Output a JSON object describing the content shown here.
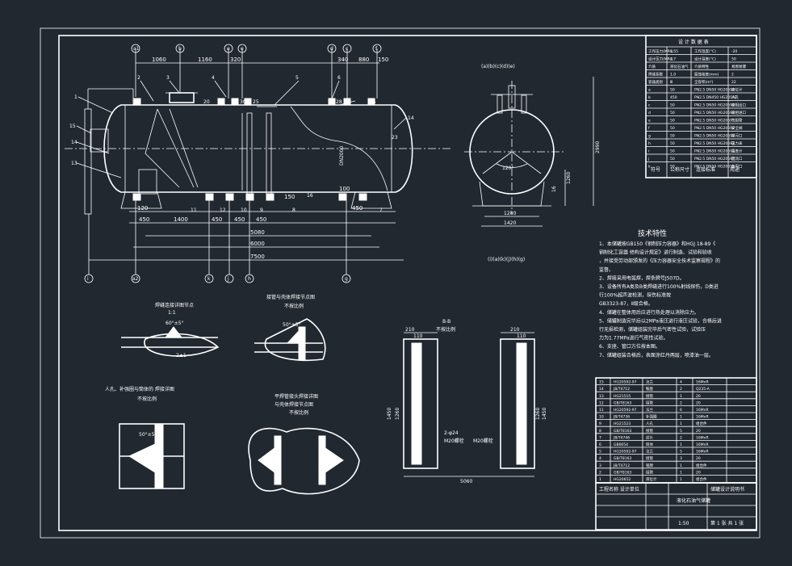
{
  "front_view": {
    "top_dims": [
      "1060",
      "1160",
      "320",
      "340",
      "880",
      "150"
    ],
    "top_nozzles": [
      "a1",
      "b",
      "e",
      "e",
      "d",
      "c",
      "f"
    ],
    "bottom_dims_row1": [
      "120",
      "450",
      "1400",
      "450",
      "450",
      "450"
    ],
    "bottom_dims_row2": [
      "5080",
      "6000",
      "7500"
    ],
    "side_dims": [
      "150",
      "100",
      "450"
    ],
    "bottom_nozzles": [
      "i",
      "a2",
      "k",
      "j",
      "h",
      "g"
    ],
    "part_numbers": [
      "1",
      "2",
      "3",
      "4",
      "5",
      "6",
      "13",
      "14",
      "15",
      "11",
      "12",
      "10",
      "9",
      "8",
      "7",
      "14"
    ],
    "diameter_label": "DN2000",
    "thickness": "16",
    "small_dims": [
      "20",
      "30",
      "25",
      "28",
      "25",
      "23"
    ]
  },
  "side_view": {
    "nozzle_label": "(a)(b)(c)(d)(e)",
    "bottom_label": "(i)(a)(k)(j)(h)(g)",
    "angle": "120°",
    "dims": [
      "1280",
      "1420",
      "1260",
      "2990",
      "16"
    ]
  },
  "tech": {
    "title": "技术特性",
    "items": [
      "1、本储罐按GB150《钢制压力容器》和HGJ 18-89《",
      "钢制化工容器    结构设计规定》进行制造、试验和验收",
      "，并接受劳动部颁发的《压力容器安全技术监察规程》的",
      "监督。",
      "2、焊接采用电弧焊，焊条牌号J507D。",
      "3、设备所有A类及B类焊缝进行100%射线探伤，D类进",
      "行100%超声波检测，探伤标准按",
      "GB3323-87，Ⅱ级合格。",
      "4、储罐在整体用后应进行热处理以消除应力。",
      "5、储罐制造完毕后以2MPa液压进行液压试验，合格后进",
      "行无损检测，储罐组装完毕后气密性试验，试验压",
      "力为1.77MPa进行气密性试验。",
      "6、支座、管口方位按本图。",
      "7、储罐组装合格后，表面涂红丹两层，喷漆油一层。"
    ]
  },
  "details": {
    "d1_title": "焊缝连接详图节点",
    "d1_sub": "1:1",
    "d1_angle": "60°±5°",
    "d1_gap": "2±1",
    "d2_title": "接管与壳体焊接节点图",
    "d2_sub": "不按比例",
    "d2_angle": "50°±5°",
    "d3_title": "人孔、补强圈与筒体的  焊接详图",
    "d3_sub": "不按比例",
    "d3_angle": "50°±5°",
    "d4_title": "平焊管接头焊接详图",
    "d4_sub2": "与壳体焊接节点图",
    "d4_sub": "不按比例",
    "section_title": "B-B",
    "section_sub": "不按比例",
    "section_dims": [
      "210",
      "110",
      "210",
      "110",
      "1450",
      "1260",
      "1450",
      "1260",
      "5060"
    ],
    "bolt_label1": "2-φ24",
    "bolt_label2": "M20螺栓",
    "bolt_label3": "M20螺栓"
  },
  "design_table": {
    "header": "设 计 数 据 表",
    "rows": [
      [
        "工作压力(MPa)",
        "1.55",
        "工作温度(°C)",
        "-20"
      ],
      [
        "设计压力(MPa)",
        "1.7",
        "设计温度(°C)",
        "50"
      ],
      [
        "介质",
        "液化石油气",
        "介质特性",
        "易燃易爆"
      ],
      [
        "焊缝系数",
        "1.0",
        "腐蚀裕度(mm)",
        "2"
      ],
      [
        "容器类别",
        "Ⅲ",
        "全容积(m³)",
        "22"
      ]
    ],
    "nozzle_rows": [
      [
        "a",
        "50",
        "PN2.5 DN50 HG20592",
        "液位计"
      ],
      [
        "b",
        "450",
        "PN2.5 DN450 HG20592",
        "人孔"
      ],
      [
        "c",
        "50",
        "PN2.5 DN50 HG20592",
        "液相出口"
      ],
      [
        "d",
        "50",
        "PN2.5 DN50 HG20592",
        "液相进口"
      ],
      [
        "e",
        "50",
        "PN2.5 DN50 HG20592",
        "气相管"
      ],
      [
        "f",
        "50",
        "PN2.5 DN50 HG20592",
        "安全阀"
      ],
      [
        "g",
        "50",
        "PN2.5 DN50 HG20592",
        "排污口"
      ],
      [
        "h",
        "50",
        "PN2.5 DN50 HG20592",
        "压力表"
      ],
      [
        "i",
        "50",
        "PN2.5 DN50 HG20592",
        "温度计"
      ],
      [
        "j",
        "50",
        "PN2.5 DN50 HG20592",
        "回流口"
      ],
      [
        "k",
        "50",
        "PN2.5 DN50 HG20592",
        "备用口"
      ]
    ],
    "footer": [
      "符号",
      "公称尺寸",
      "连接标准",
      "用途"
    ]
  },
  "parts_list": {
    "rows": [
      [
        "15",
        "HG20592-97",
        "法兰",
        "4",
        "16MnR"
      ],
      [
        "14",
        "JB/T4712",
        "鞍座",
        "2",
        "Q235-A"
      ],
      [
        "13",
        "HG21515",
        "接管",
        "1",
        "20"
      ],
      [
        "12",
        "GB/T8163",
        "接管",
        "2",
        "20"
      ],
      [
        "11",
        "HG20592-97",
        "法兰",
        "6",
        "16MnR"
      ],
      [
        "10",
        "JB/T4736",
        "补强圈",
        "1",
        "16MnR"
      ],
      [
        "9",
        "HG21523",
        "人孔",
        "1",
        "组合件"
      ],
      [
        "8",
        "GB/T8163",
        "接管",
        "5",
        "20"
      ],
      [
        "7",
        "JB/T4746",
        "封头",
        "2",
        "16MnR"
      ],
      [
        "6",
        "GB6654",
        "筒体",
        "1",
        "16MnR"
      ],
      [
        "5",
        "HG20592-97",
        "法兰",
        "5",
        "16MnR"
      ],
      [
        "4",
        "GB/T8163",
        "接管",
        "3",
        "20"
      ],
      [
        "3",
        "JB/T4712",
        "铭牌",
        "1",
        "组合件"
      ],
      [
        "2",
        "GB/T8163",
        "接管",
        "1",
        "20"
      ],
      [
        "1",
        "HG20652",
        "液位计",
        "1",
        "组合件"
      ]
    ],
    "title_block_left": "液化石油气储罐",
    "title_block_right": "储罐设计说明书",
    "title_block_sub": "工程名称 设计单位",
    "scale": "1:50",
    "sheet": "第 1 张 共 1 张"
  },
  "colors": {
    "background": "#212830",
    "lines": "#ffffff"
  }
}
